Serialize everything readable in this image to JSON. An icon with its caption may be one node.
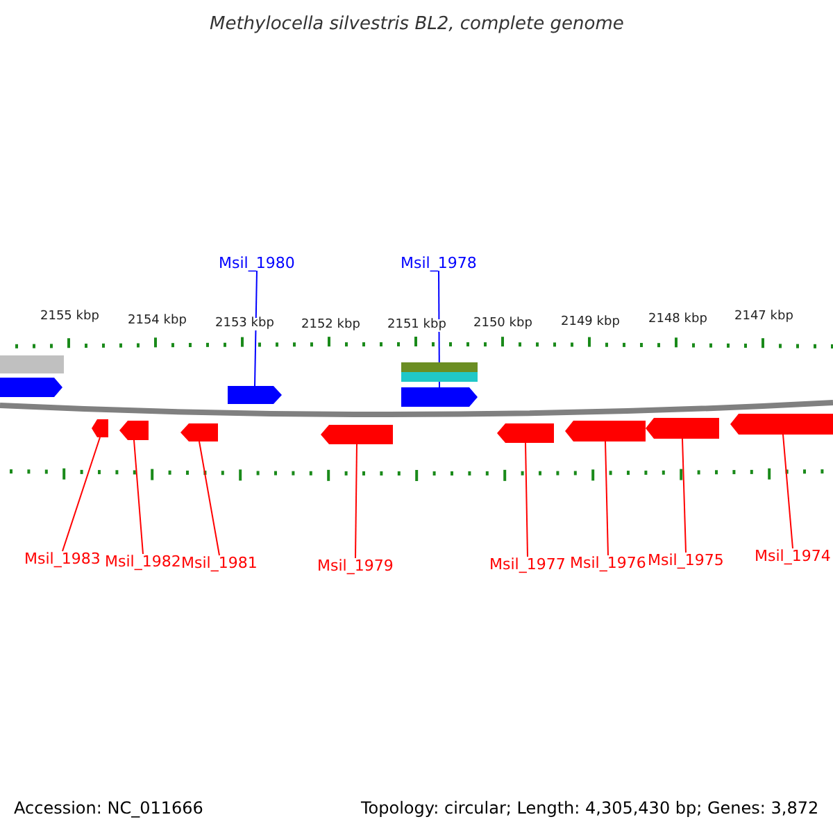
{
  "diagram": {
    "title": "Methylocella silvestris BL2, complete genome",
    "nodes": [
      {
        "text": [
          "Msil_1980"
        ]
      },
      {
        "text": [
          "Msil_1978"
        ]
      },
      {
        "text": [],
        "shape": "arrow"
      },
      {
        "text": [],
        "shape": "arrow"
      },
      {
        "text": [],
        "shape": "arrow"
      },
      {
        "text": [],
        "shape": "arrow"
      },
      {
        "text": [],
        "shape": "arrow"
      },
      {
        "text": [],
        "shape": "arrow"
      },
      {
        "text": [],
        "shape": "arrow"
      },
      {
        "text": [],
        "shape": "arrow"
      },
      {
        "text": [],
        "shape": "arrow"
      },
      {
        "text": [],
        "shape": "arrow"
      },
      {
        "text": [
          "Msil_1983"
        ]
      },
      {
        "text": [
          "Msil_1982"
        ]
      },
      {
        "text": [
          "Msil_1981"
        ]
      },
      {
        "text": [
          "Msil_1979"
        ]
      },
      {
        "text": [
          "Msil_1977"
        ]
      },
      {
        "text": [
          "Msil_1976"
        ]
      },
      {
        "text": [
          "Msil_1975"
        ]
      },
      {
        "text": [
          "Msil_1974"
        ]
      },
      {
        "text": [],
        "shape": "bar"
      },
      {
        "text": [],
        "shape": "arrow"
      },
      {
        "text": [],
        "shape": "bar"
      },
      {
        "text": [],
        "shape": "bar"
      }
    ],
    "edges": [
      {
        "from": 0,
        "to": 2,
        "arrow": "none",
        "color": "#0000ff"
      },
      {
        "from": 1,
        "to": 3,
        "arrow": "none",
        "color": "#0000ff"
      },
      {
        "from": 12,
        "to": 4,
        "arrow": "none"
      },
      {
        "from": 13,
        "to": 5,
        "arrow": "none"
      },
      {
        "from": 14,
        "to": 6,
        "arrow": "none"
      },
      {
        "from": 15,
        "to": 7,
        "arrow": "none"
      },
      {
        "from": 16,
        "to": 8,
        "arrow": "none"
      },
      {
        "from": 17,
        "to": 9,
        "arrow": "none"
      },
      {
        "from": 18,
        "to": 10,
        "arrow": "none"
      },
      {
        "from": 19,
        "to": 11,
        "arrow": "none"
      }
    ],
    "labels": [
      "2155 kbp",
      "2154 kbp",
      "2153 kbp",
      "2152 kbp",
      "2151 kbp",
      "2150 kbp",
      "2149 kbp",
      "2148 kbp",
      "2147 kbp",
      "Accession: NC_011666",
      "Topology: circular; Length: 4,305,430 bp; Genes: 3,872"
    ]
  }
}
